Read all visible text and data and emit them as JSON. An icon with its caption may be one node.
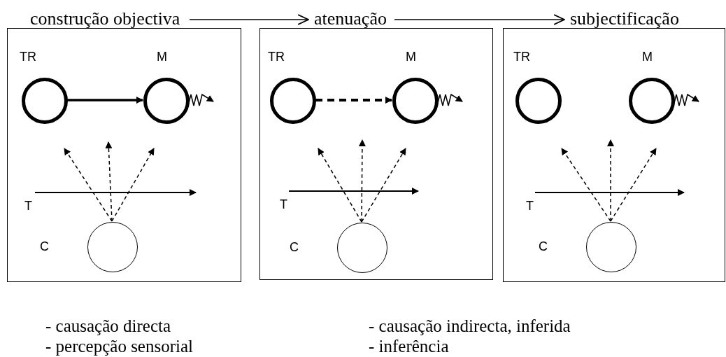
{
  "diagram": {
    "nodes": [
      {
        "text": [
          "construção objectiva"
        ]
      },
      {
        "text": [
          "atenuação"
        ]
      },
      {
        "text": [
          "subjectificação"
        ]
      },
      {
        "text": [],
        "shape": "box"
      },
      {
        "text": [
          "TR"
        ],
        "in": 3
      },
      {
        "text": [
          "M"
        ],
        "in": 3
      },
      {
        "text": [
          "C"
        ],
        "in": 3
      },
      {
        "text": [],
        "shape": "box"
      },
      {
        "text": [
          "TR"
        ],
        "in": 7
      },
      {
        "text": [
          "M"
        ],
        "in": 7
      },
      {
        "text": [
          "C"
        ],
        "in": 7
      },
      {
        "text": [],
        "shape": "box"
      },
      {
        "text": [
          "TR"
        ],
        "in": 11
      },
      {
        "text": [
          "M"
        ],
        "in": 11
      },
      {
        "text": [
          "C"
        ],
        "in": 11
      }
    ],
    "edges": [
      {
        "from": 0,
        "to": 1,
        "arrow": "to"
      },
      {
        "from": 1,
        "to": 2,
        "arrow": "to"
      },
      {
        "from": 4,
        "to": 5,
        "arrow": "to",
        "style": "thick"
      },
      {
        "from": 5,
        "to": null,
        "arrow": "to"
      },
      {
        "from": 6,
        "to": null,
        "arrow": "to",
        "style": "dashed"
      },
      {
        "from": 6,
        "to": null,
        "arrow": "to",
        "style": "dashed"
      },
      {
        "from": 6,
        "to": null,
        "arrow": "to",
        "style": "dashed"
      },
      {
        "from": 8,
        "to": 9,
        "arrow": "to",
        "style": "dashed"
      },
      {
        "from": 9,
        "to": null,
        "arrow": "to"
      },
      {
        "from": 10,
        "to": null,
        "arrow": "to",
        "style": "dashed"
      },
      {
        "from": 10,
        "to": null,
        "arrow": "to",
        "style": "dashed"
      },
      {
        "from": 10,
        "to": null,
        "arrow": "to",
        "style": "dashed"
      },
      {
        "from": 13,
        "to": null,
        "arrow": "to"
      },
      {
        "from": 14,
        "to": null,
        "arrow": "to",
        "style": "dashed"
      },
      {
        "from": 14,
        "to": null,
        "arrow": "to",
        "style": "dashed"
      },
      {
        "from": 14,
        "to": null,
        "arrow": "to",
        "style": "dashed"
      }
    ],
    "labels": [
      "T",
      "T",
      "T",
      "- causação directa",
      "- causação indirecta, inferida",
      "- percepção sensorial",
      "- inferência"
    ]
  }
}
